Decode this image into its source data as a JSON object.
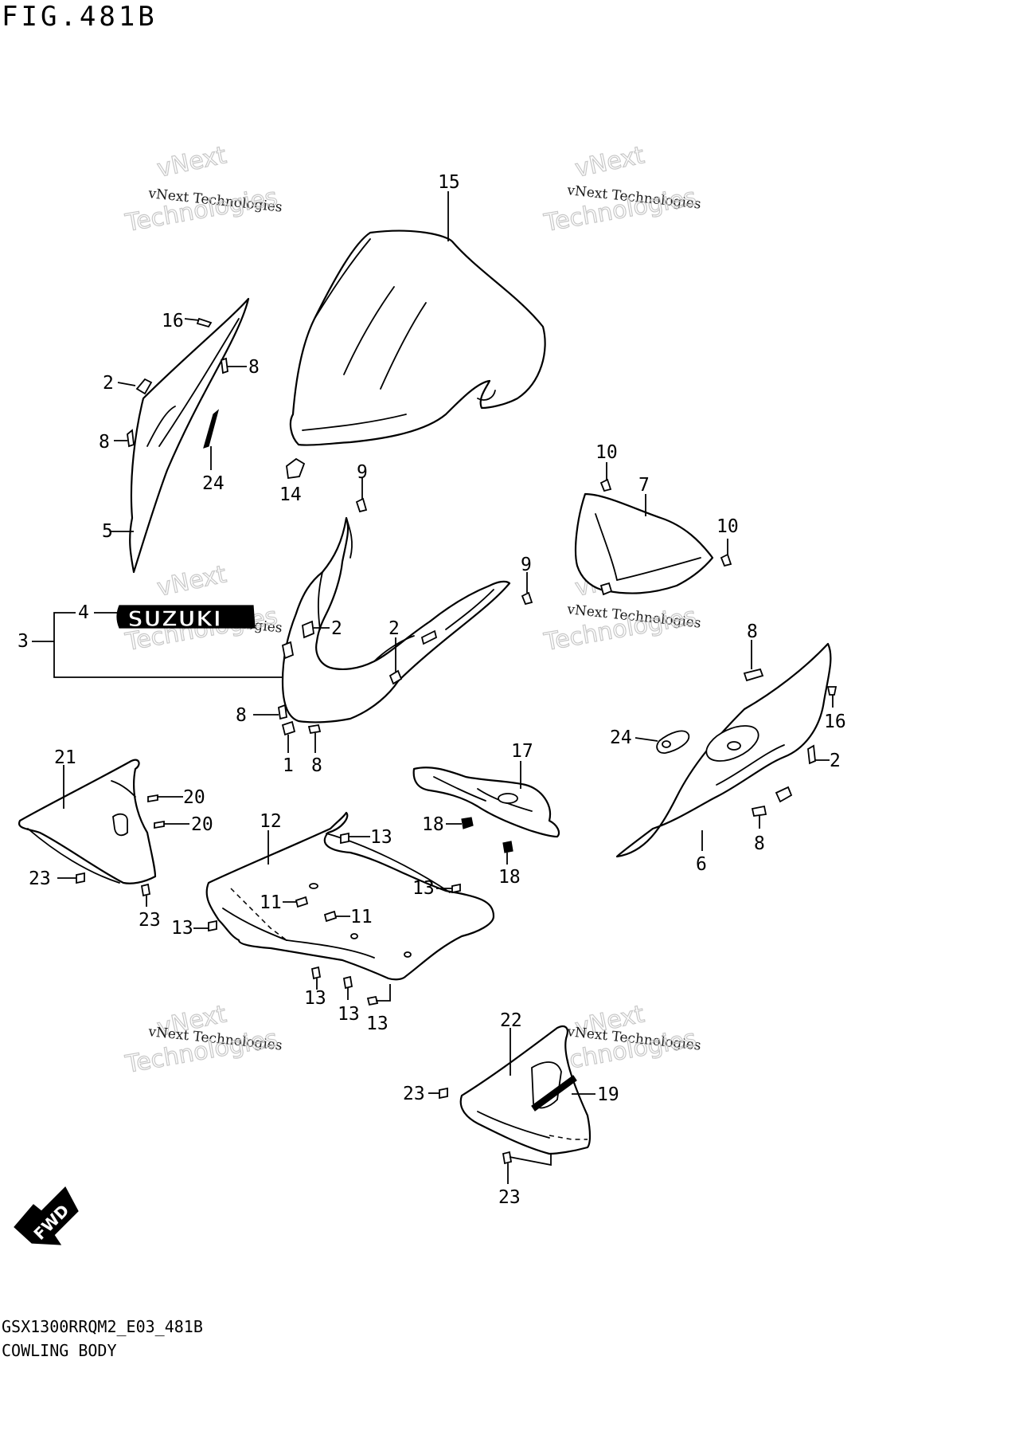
{
  "figure": {
    "title": "FIG.481B",
    "code": "GSX1300RRQM2_E03_481B",
    "caption": "COWLING BODY"
  },
  "watermark": {
    "line1": "vNext Technologies",
    "line2": "Technologies",
    "top": "vNext"
  },
  "logo": {
    "text": "SUZUKI"
  },
  "direction": {
    "label": "FWD",
    "icon": "forward-arrow-icon"
  },
  "callouts": {
    "c15": "15",
    "c16a": "16",
    "c2a": "2",
    "c8a": "8",
    "c8b": "8",
    "c24a": "24",
    "c5": "5",
    "c14": "14",
    "c9a": "9",
    "c10a": "10",
    "c7": "7",
    "c10b": "10",
    "c9b": "9",
    "c4": "4",
    "c3": "3",
    "c2b": "2",
    "c2c": "2",
    "c8c": "8",
    "c1": "1",
    "c8d": "8",
    "c8e": "8",
    "c16b": "16",
    "c24b": "24",
    "c2d": "2",
    "c8f": "8",
    "c6": "6",
    "c17": "17",
    "c18a": "18",
    "c18b": "18",
    "c21": "21",
    "c20a": "20",
    "c20b": "20",
    "c23a": "23",
    "c23b": "23",
    "c12": "12",
    "c13a": "13",
    "c13b": "13",
    "c13c": "13",
    "c13d": "13",
    "c13e": "13",
    "c13f": "13",
    "c11a": "11",
    "c11b": "11",
    "c22": "22",
    "c19": "19",
    "c23c": "23",
    "c23d": "23"
  }
}
